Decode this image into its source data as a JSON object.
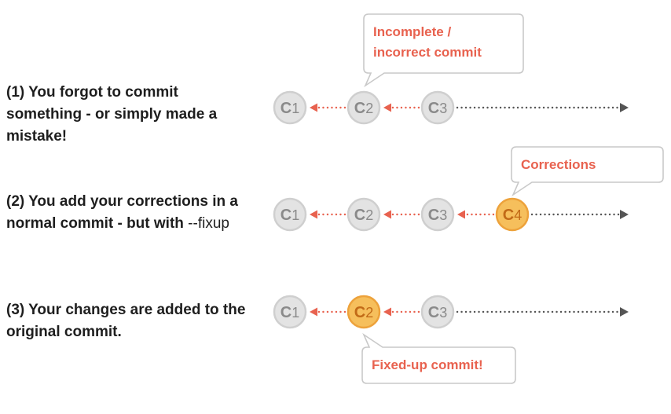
{
  "steps": [
    {
      "num": "(1)",
      "text": " You forgot to commit something - or simply made a mistake!"
    },
    {
      "num": "(2)",
      "text": " You add your corrections in a normal commit - but with ",
      "code": "--fixup"
    },
    {
      "num": "(3)",
      "text": " Your changes are added to the original commit."
    }
  ],
  "rows": [
    {
      "commits": [
        {
          "letter": "C",
          "digit": "1",
          "highlight": false
        },
        {
          "letter": "C",
          "digit": "2",
          "highlight": false
        },
        {
          "letter": "C",
          "digit": "3",
          "highlight": false
        }
      ],
      "callout": {
        "lines": [
          "Incomplete /",
          "incorrect commit"
        ],
        "position": "above",
        "target": "C2"
      }
    },
    {
      "commits": [
        {
          "letter": "C",
          "digit": "1",
          "highlight": false
        },
        {
          "letter": "C",
          "digit": "2",
          "highlight": false
        },
        {
          "letter": "C",
          "digit": "3",
          "highlight": false
        },
        {
          "letter": "C",
          "digit": "4",
          "highlight": true
        }
      ],
      "callout": {
        "lines": [
          "Corrections"
        ],
        "position": "above",
        "target": "C4"
      }
    },
    {
      "commits": [
        {
          "letter": "C",
          "digit": "1",
          "highlight": false
        },
        {
          "letter": "C",
          "digit": "2",
          "highlight": true
        },
        {
          "letter": "C",
          "digit": "3",
          "highlight": false
        }
      ],
      "callout": {
        "lines": [
          "Fixed-up commit!"
        ],
        "position": "below",
        "target": "C2"
      }
    }
  ],
  "colors": {
    "node_fill": "#e3e3e3",
    "node_stroke": "#cfcfcf",
    "node_text": "#8a8a8a",
    "highlight_fill": "#f6bf5c",
    "highlight_stroke": "#eda23b",
    "highlight_text": "#c26a17",
    "arrow_red": "#e8624f",
    "arrow_gray": "#555555",
    "callout_border": "#c9c9c9",
    "callout_text": "#e8624f",
    "body_text": "#1e1e1e"
  }
}
